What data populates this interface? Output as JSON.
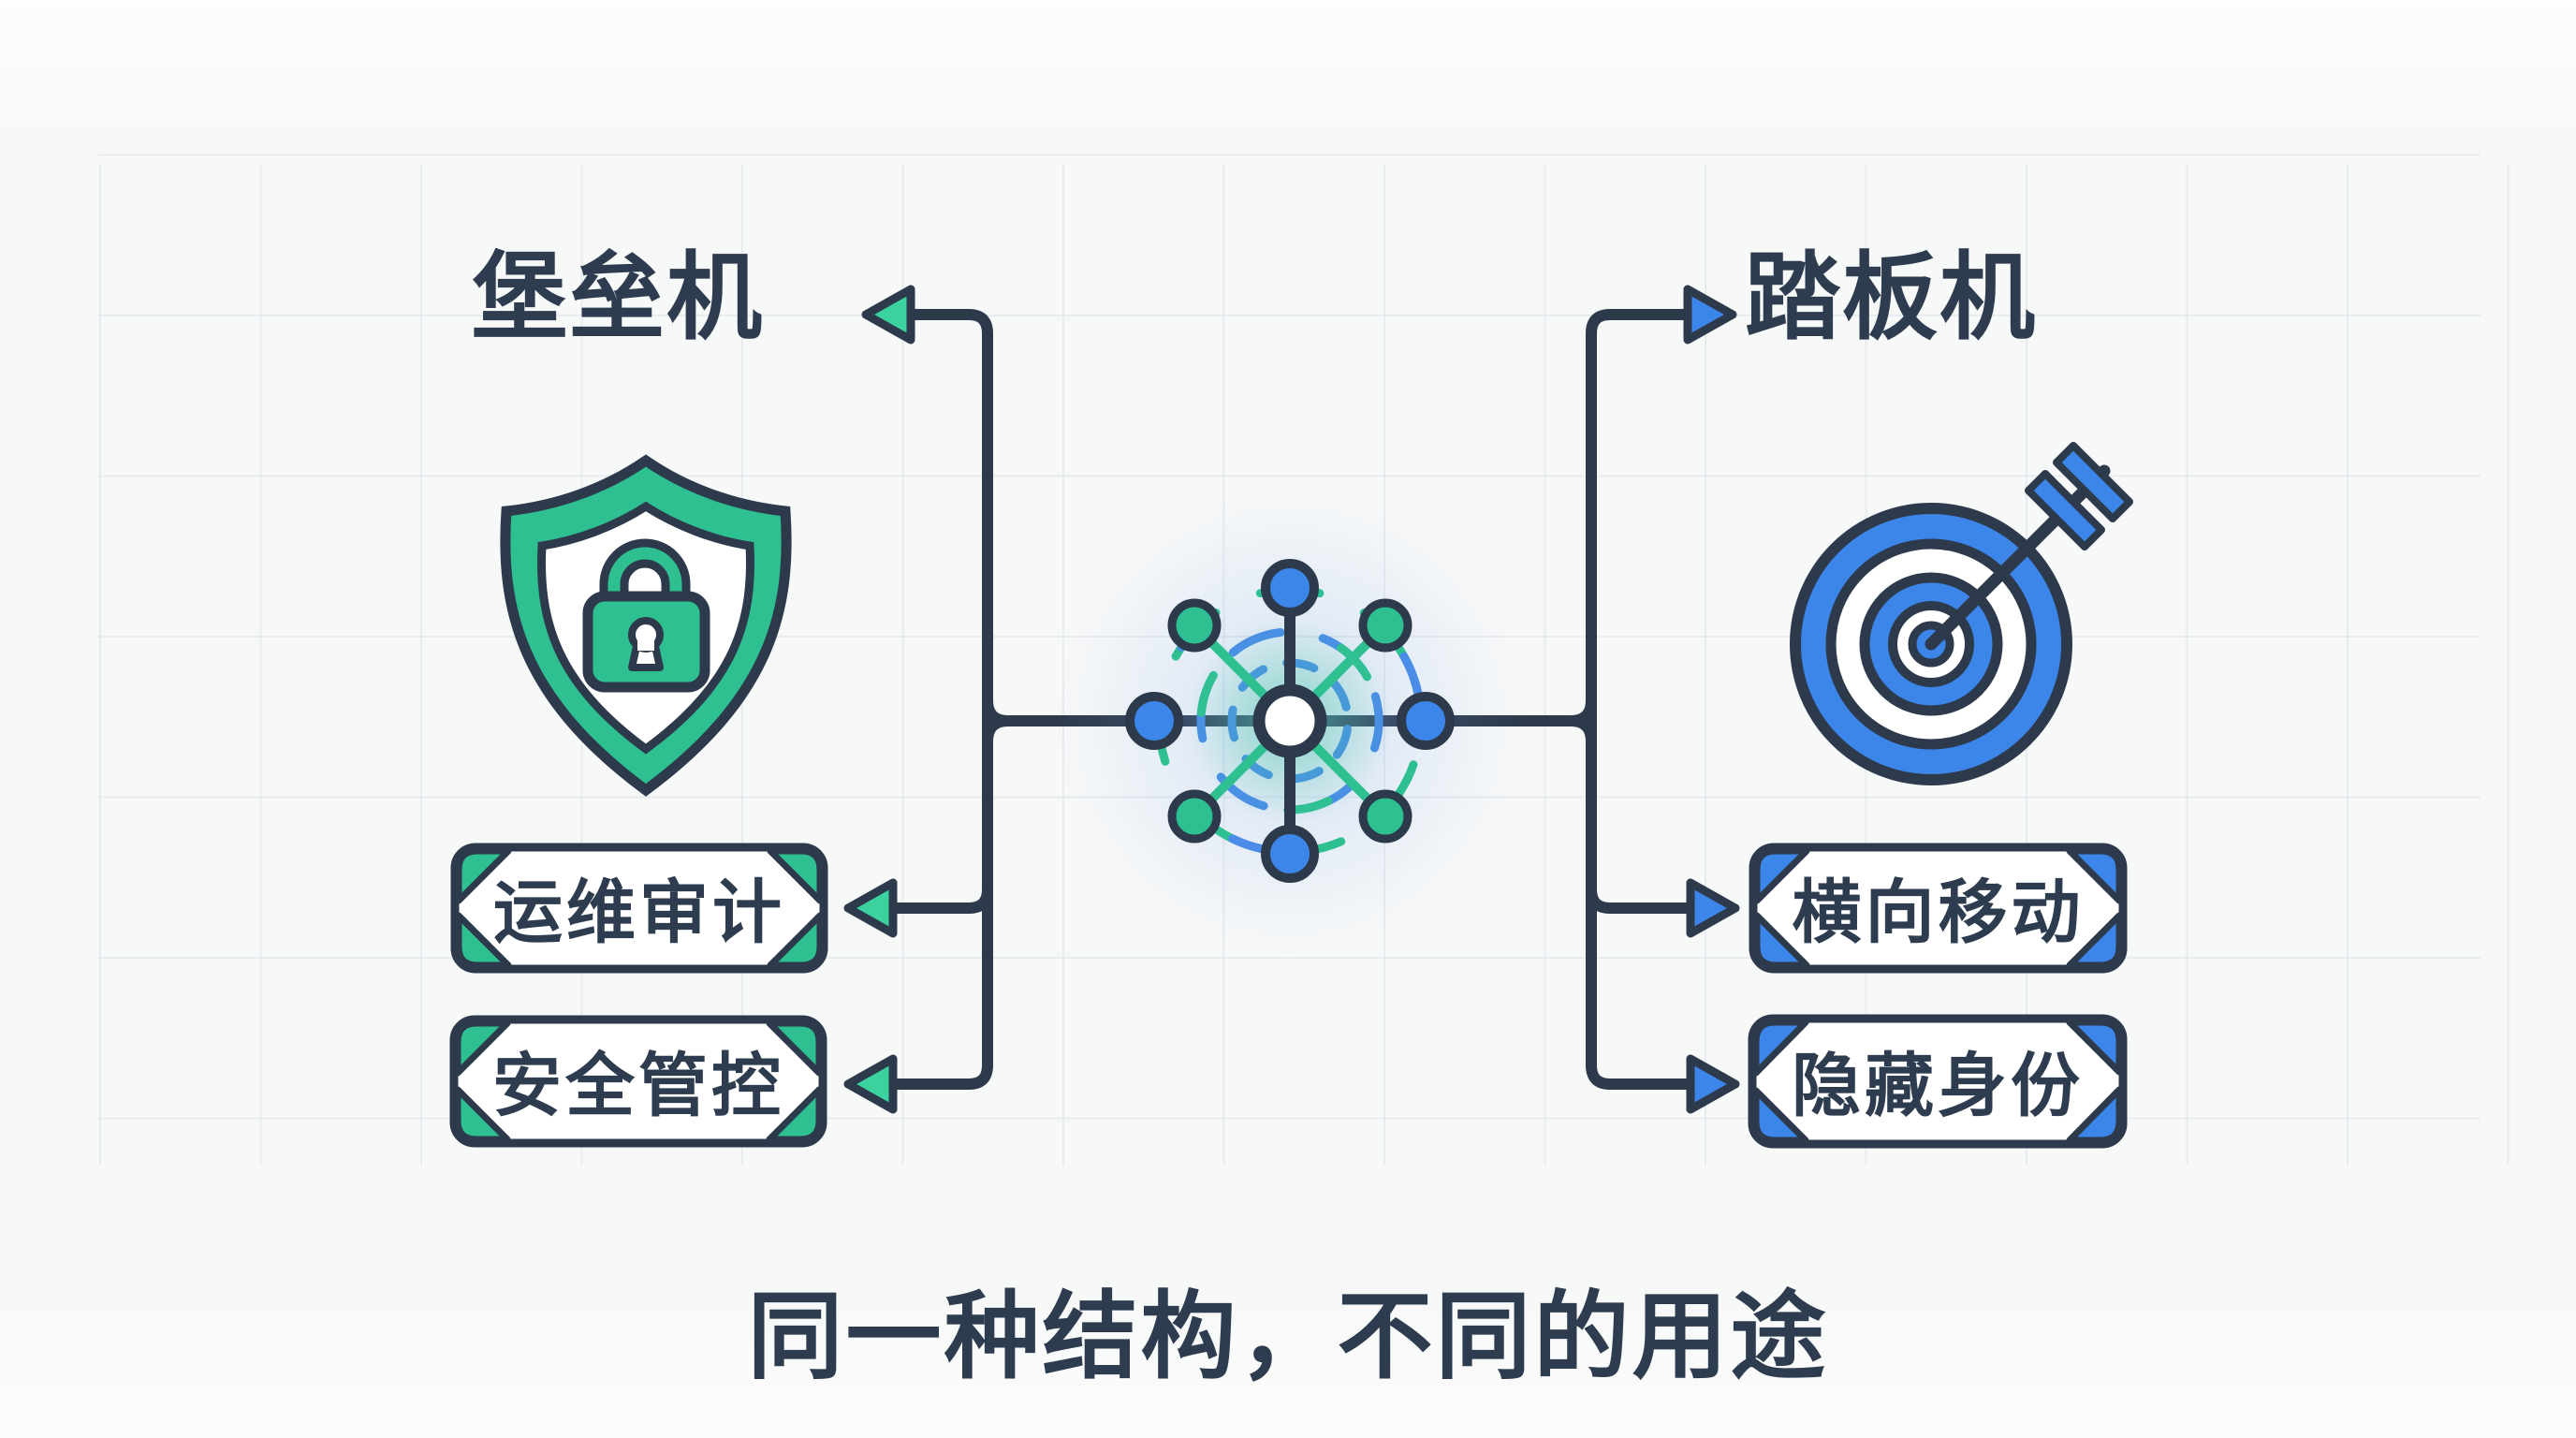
{
  "diagram": {
    "left": {
      "title": "堡垒机",
      "labels": [
        "运维审计",
        "安全管控"
      ],
      "icon": "shield-lock-icon",
      "accent": "#2fc092"
    },
    "right": {
      "title": "踏板机",
      "labels": [
        "横向移动",
        "隐藏身份"
      ],
      "icon": "target-arrow-icon",
      "accent": "#3c85e9"
    },
    "center_icon": "network-hub-icon",
    "caption": "同一种结构，不同的用途"
  },
  "colors": {
    "outline": "#2c3a4b",
    "green": "#2fc092",
    "green_bright": "#3bd2a0",
    "blue": "#3c85e9",
    "blue_soft": "#4a8ce8",
    "text": "#2d3c4e",
    "background": "#f7f8f8",
    "grid": "#dce1e8"
  }
}
